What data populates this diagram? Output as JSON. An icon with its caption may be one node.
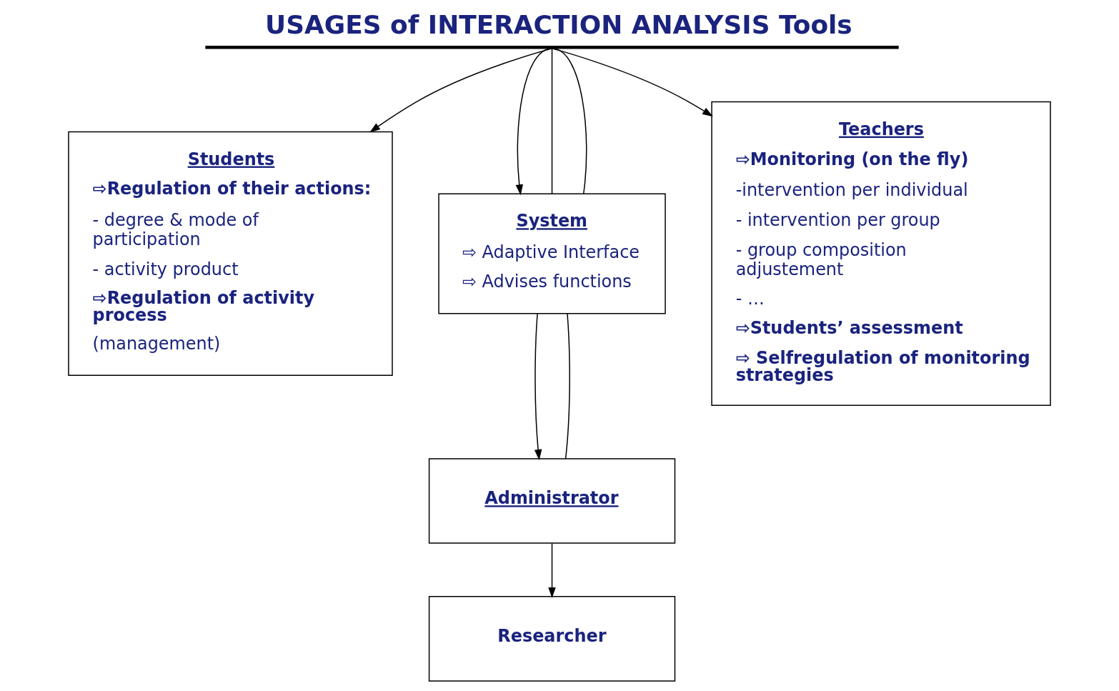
{
  "diagram": {
    "title": "USAGES of INTERACTION ANALYSIS Tools",
    "nodes": [
      {
        "text": [],
        "shape": "bar"
      },
      {
        "text": [
          "Students",
          "⇨Regulation of their actions:",
          "- degree & mode of participation",
          "- activity product",
          "⇨Regulation of activity process",
          "(management)"
        ]
      },
      {
        "text": [
          "System",
          "⇨ Adaptive Interface",
          "⇨ Advises functions"
        ]
      },
      {
        "text": [
          "Teachers",
          "⇨Monitoring (on the fly)",
          "-intervention per individual",
          "- intervention per group",
          "- group composition adjustement",
          "- …",
          "⇨Students’ assessment",
          "⇨ Selfregulation of monitoring strategies"
        ]
      },
      {
        "text": [
          "Administrator"
        ]
      },
      {
        "text": [
          "Researcher"
        ]
      }
    ],
    "edges": [
      {
        "from": 0,
        "to": 1,
        "arrow": "to"
      },
      {
        "from": 0,
        "to": 2,
        "arrow": "to"
      },
      {
        "from": 0,
        "to": 2,
        "arrow": "none"
      },
      {
        "from": 0,
        "to": 2,
        "arrow": "none"
      },
      {
        "from": 0,
        "to": 3,
        "arrow": "to"
      },
      {
        "from": 2,
        "to": 4,
        "arrow": "to"
      },
      {
        "from": 2,
        "to": 4,
        "arrow": "none"
      },
      {
        "from": 4,
        "to": 5,
        "arrow": "to"
      }
    ]
  }
}
